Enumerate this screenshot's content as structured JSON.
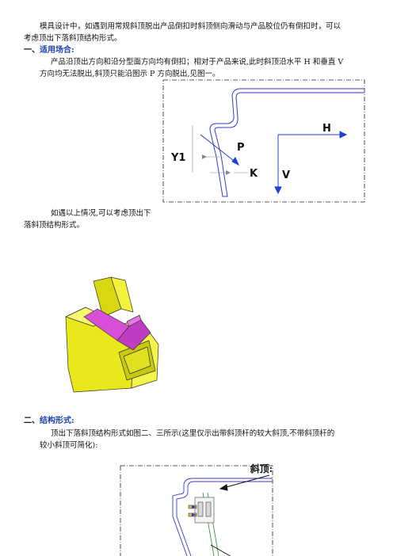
{
  "intro": {
    "line1": "模具设计中，如遇到用常规斜顶脱出产品倒扣时斜顶侧向滑动与产品胶位仍有倒扣时，可以",
    "line2": "考虑顶出下落斜顶结构形式。"
  },
  "section1": {
    "heading_num": "一、",
    "heading_text": "适用场合:",
    "para_line1": "产品沿顶出方向和沿分型面方向均有倒扣；相对于产品来说,此时斜顶沿水平 H 和垂直 V",
    "para_line2": "方向均无法脱出,斜顶只能沿图示 P 方向脱出,见图一。",
    "note_line1": "如遇以上情况,可以考虑顶出下",
    "note_line2": "落斜顶结构形式。"
  },
  "figure1": {
    "labels": {
      "h": "H",
      "v": "V",
      "p": "P",
      "y1": "Y1",
      "k": "K"
    },
    "colors": {
      "arrow": "#1f3fd6",
      "part": "#3a3acb",
      "frame": "#222222"
    }
  },
  "figure_3d": {
    "colors": {
      "body": "#e8e81a",
      "block": "#d64fd6",
      "edge": "#333333"
    }
  },
  "section2": {
    "heading_num": "二、",
    "heading_text": "结构形式:",
    "para_line1": "顶出下落斜顶结构形式如图二、三所示(这里仅示出带斜顶杆的较大斜顶,不带斜顶杆的",
    "para_line2": "较小斜顶可简化):"
  },
  "figure2": {
    "label": "斜顶:"
  }
}
